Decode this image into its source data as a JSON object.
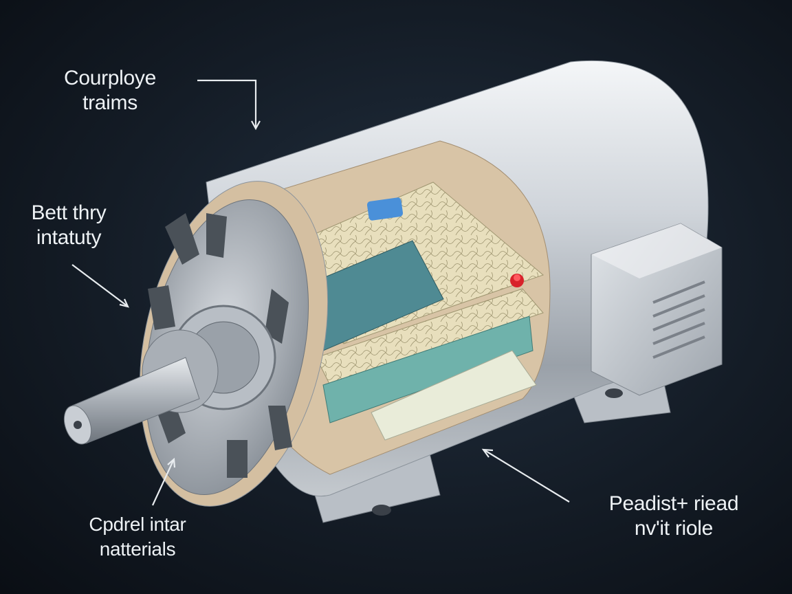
{
  "labels": {
    "top_left": {
      "line1": "Courploye",
      "line2": "traims"
    },
    "mid_left": {
      "line1": "Bett thry",
      "line2": "intatuty"
    },
    "bottom_left": {
      "line1": "Cpdrel intar",
      "line2": "natterials"
    },
    "bottom_right": {
      "line1": "Peadist+ riead",
      "line2": "nv'it riole"
    }
  },
  "colors": {
    "background": "#141c26",
    "housing": "#c9ced4",
    "liner": "#d8c4a6",
    "winding": "#e6dcb8",
    "core": "#4f8a93",
    "accent_red": "#d8222a",
    "accent_blue": "#4a90d9"
  }
}
